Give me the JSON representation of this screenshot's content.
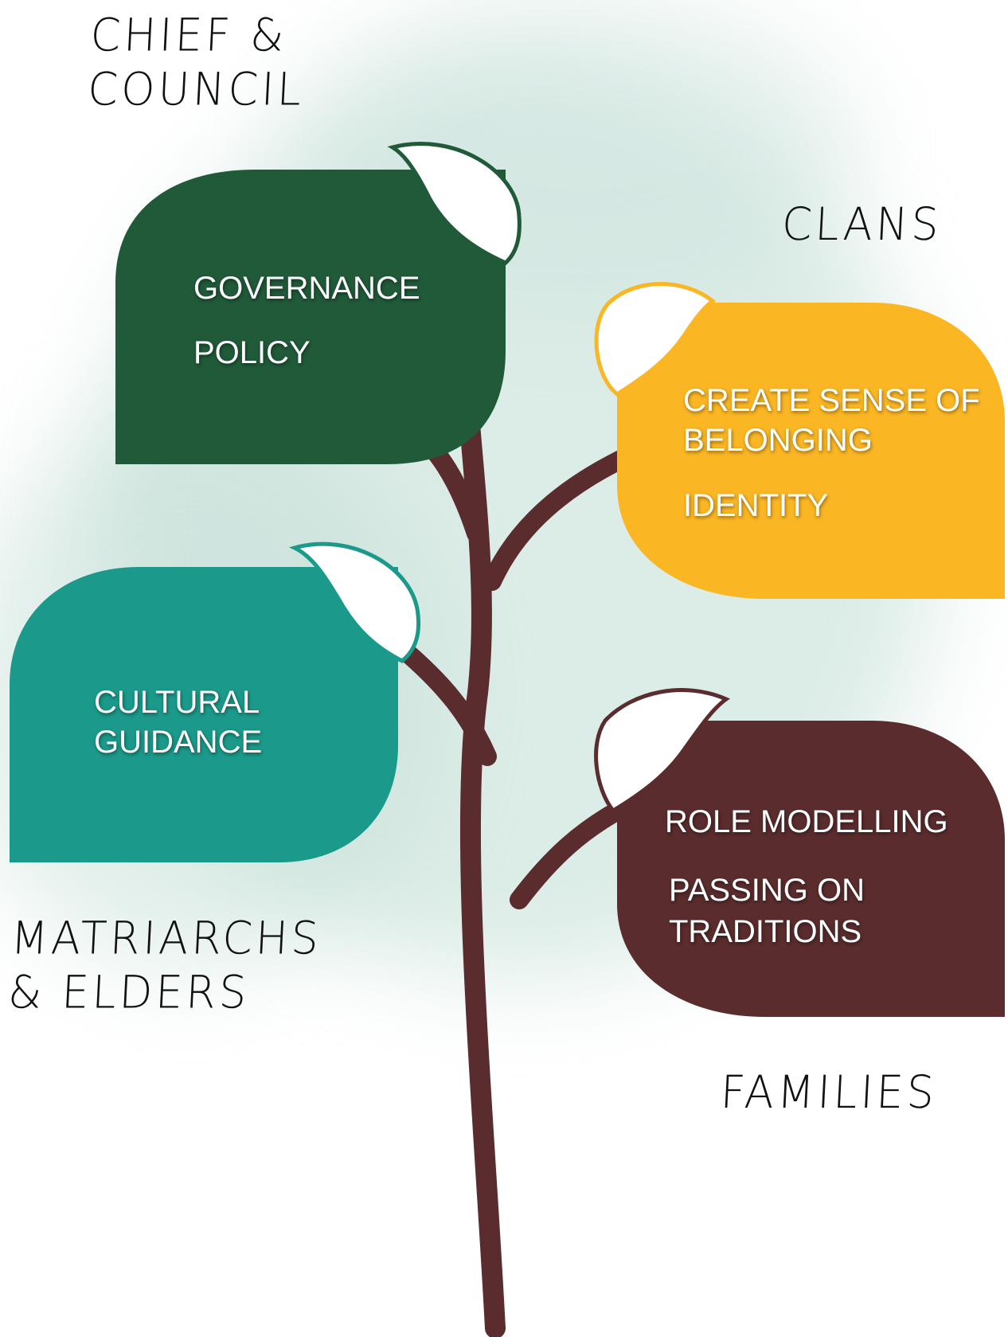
{
  "colors": {
    "governance_leaf": "#205a39",
    "clans_leaf": "#fbb623",
    "cultural_leaf": "#1b998a",
    "families_leaf": "#5a2c2d",
    "trunk": "#5a2c2d",
    "wash": "#bfdcd3"
  },
  "headings": {
    "chief_council_line1": "CHIEF &",
    "chief_council_line2": "COUNCIL",
    "clans": "CLANS",
    "matriarchs_line1": "MATRIARCHS",
    "matriarchs_line2": "& ELDERS",
    "families": "FAMILIES"
  },
  "leaves": {
    "governance": {
      "line1": "GOVERNANCE",
      "line2": "POLICY"
    },
    "clans": {
      "line1": "CREATE SENSE OF",
      "line2": "BELONGING",
      "line3": "IDENTITY"
    },
    "cultural": {
      "line1": "CULTURAL",
      "line2": "GUIDANCE"
    },
    "families": {
      "line1": "ROLE MODELLING",
      "line2": "PASSING ON",
      "line3": "TRADITIONS"
    }
  }
}
